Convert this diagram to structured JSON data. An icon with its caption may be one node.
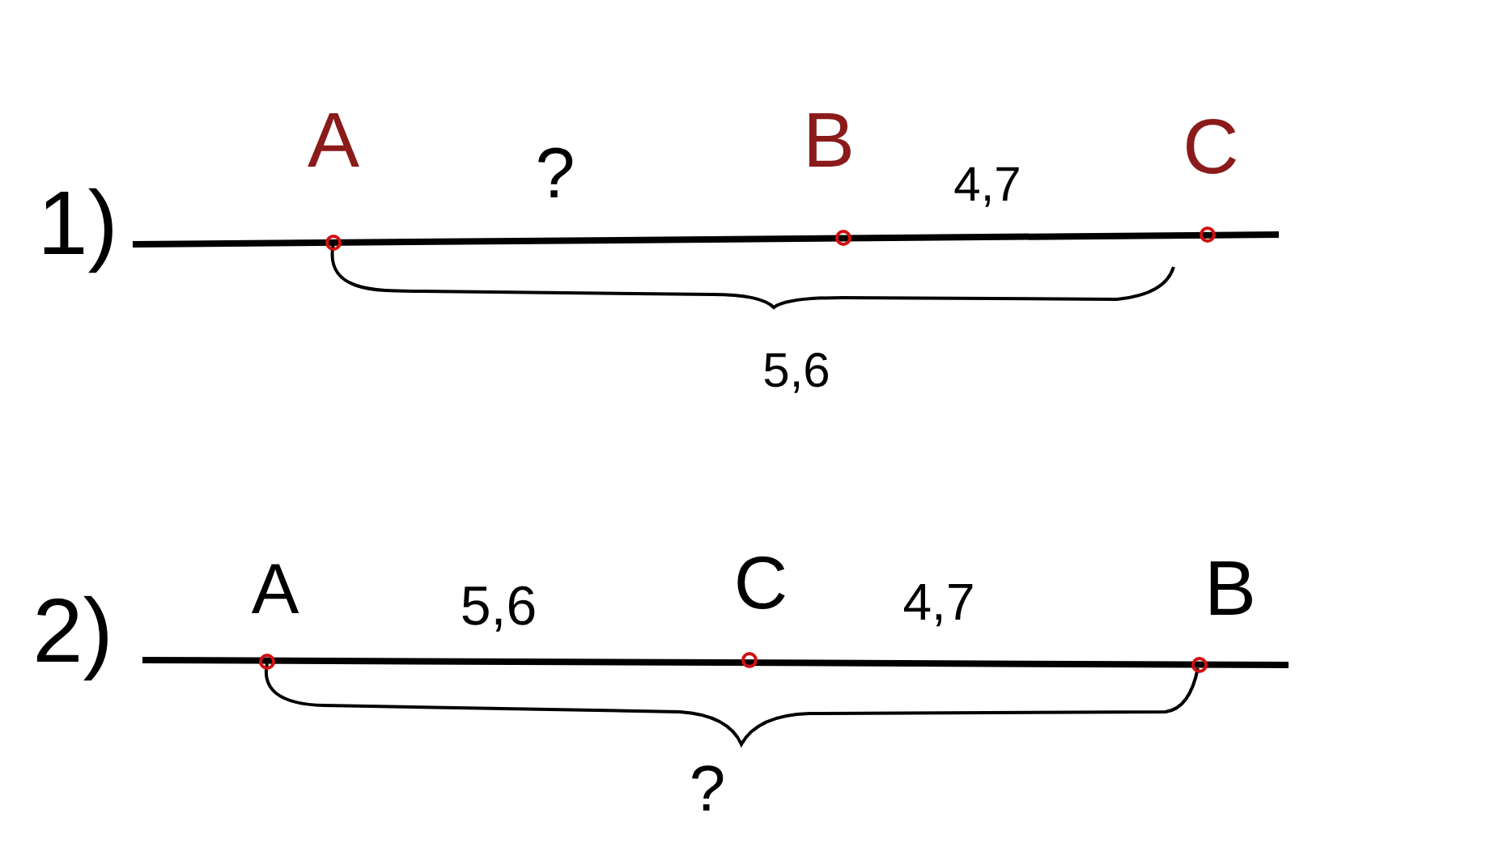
{
  "diagram": {
    "labels": [
      "1)",
      "A",
      "?",
      "B",
      "4,7",
      "C",
      "5,6",
      "2)",
      "A",
      "5,6",
      "C",
      "4,7",
      "B",
      "?"
    ]
  }
}
